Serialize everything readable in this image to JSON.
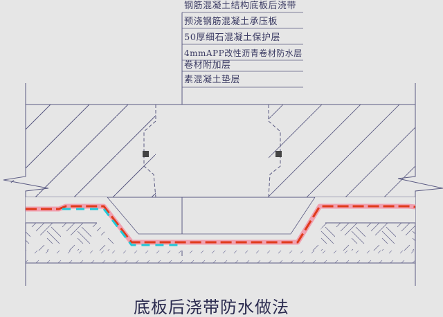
{
  "drawing": {
    "title": "底板后浇带防水做法",
    "callout_labels": [
      "钢筋混凝土结构底板后浇带",
      "预浇钢筋混凝土承压板",
      "50厚细石混凝土保护层",
      "4mmAPP改性沥青卷材防水层",
      "卷材附加层",
      "素混凝土垫层"
    ],
    "colors": {
      "background": "#e6e6e6",
      "line": "#5a5a82",
      "membrane_red": "#e03a1a",
      "membrane_pink": "#f0a0b0",
      "additional_layer_cyan": "#22c8d8"
    },
    "layers": [
      {
        "name": "structural-slab",
        "hatch": "diagonal-with-aggregate"
      },
      {
        "name": "post-cast-strip",
        "hatch": "none"
      },
      {
        "name": "fine-aggregate-protection",
        "hatch": "dots"
      },
      {
        "name": "waterproof-membrane",
        "hatch": "dashed-red"
      },
      {
        "name": "bearing-plate",
        "hatch": "herringbone"
      },
      {
        "name": "plain-concrete-cushion",
        "hatch": "short-diagonal"
      }
    ]
  }
}
